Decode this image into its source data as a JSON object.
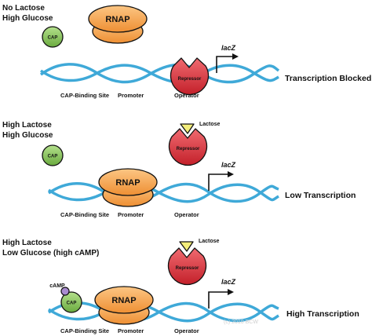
{
  "panels": [
    {
      "condition_line1": "No Lactose",
      "condition_line2": "High Glucose",
      "outcome": "Transcription Blocked"
    },
    {
      "condition_line1": "High Lactose",
      "condition_line2": "High Glucose",
      "outcome": "Low Transcription"
    },
    {
      "condition_line1": "High Lactose",
      "condition_line2": "Low Glucose (high cAMP)",
      "outcome": "High Transcription"
    }
  ],
  "labels": {
    "cap_binding_site": "CAP-Binding Site",
    "promoter": "Promoter",
    "operator": "Operator",
    "rnap": "RNAP",
    "cap": "CAP",
    "camp": "cAMP",
    "repressor": "Repressor",
    "lactose": "Lactose",
    "gene": "lacZ"
  },
  "copyright": "(c) 2010 BCW",
  "colors": {
    "dna": "#3fa9d8",
    "rnap": "#f5a552",
    "cap": "#8ac65a",
    "repressor": "#d9333c",
    "lactose": "#f3ee7b",
    "camp": "#a98bd0"
  }
}
